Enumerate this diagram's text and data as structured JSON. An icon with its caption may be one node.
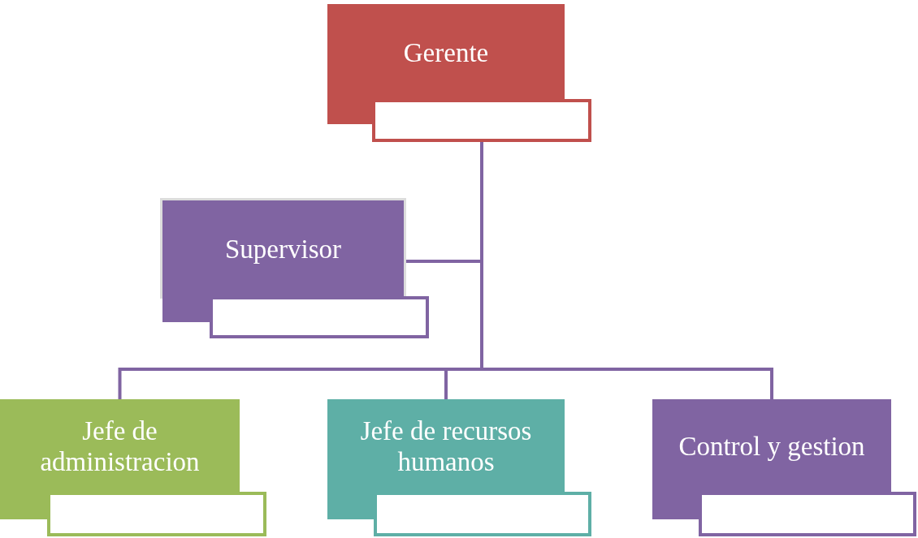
{
  "diagram": {
    "nodes": [
      {
        "text": [
          "Gerente"
        ]
      },
      {
        "text": [],
        "shape": "box"
      },
      {
        "text": [
          "Supervisor"
        ]
      },
      {
        "text": [],
        "shape": "box"
      },
      {
        "text": [
          "Jefe de administracion"
        ]
      },
      {
        "text": [],
        "shape": "box"
      },
      {
        "text": [
          "Jefe de recursos humanos"
        ]
      },
      {
        "text": [],
        "shape": "box"
      },
      {
        "text": [
          "Control y gestion"
        ]
      },
      {
        "text": [],
        "shape": "box"
      }
    ],
    "edges": [
      {
        "from": 1,
        "to": 2,
        "arrow": "none"
      },
      {
        "from": 1,
        "to": 4,
        "arrow": "none"
      },
      {
        "from": 1,
        "to": 6,
        "arrow": "none"
      },
      {
        "from": 1,
        "to": 8,
        "arrow": "none"
      }
    ]
  }
}
